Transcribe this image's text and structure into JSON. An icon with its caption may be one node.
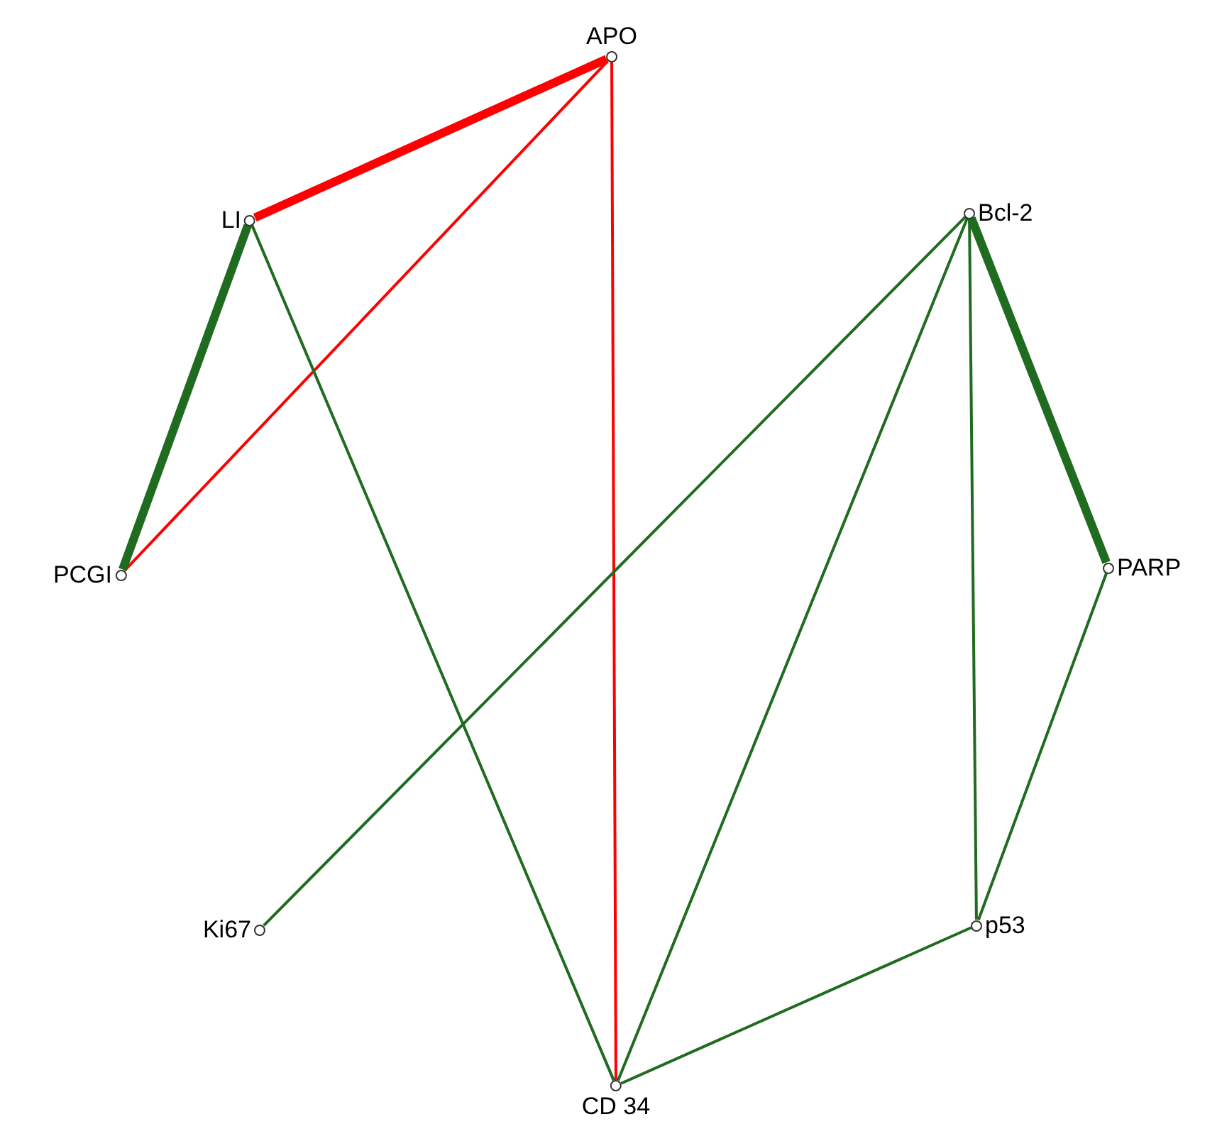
{
  "diagram": {
    "nodes": [
      {
        "text": [
          "APO"
        ]
      },
      {
        "text": [
          "LI"
        ]
      },
      {
        "text": [
          "Bcl-2"
        ]
      },
      {
        "text": [
          "PCGI"
        ]
      },
      {
        "text": [
          "PARP"
        ]
      },
      {
        "text": [
          "Ki67"
        ]
      },
      {
        "text": [
          "p53"
        ]
      },
      {
        "text": [
          "CD 34"
        ]
      }
    ],
    "edges": [
      {
        "from": 1,
        "to": 0,
        "arrow": "none",
        "style": "thick",
        "color": "#ff0000"
      },
      {
        "from": 3,
        "to": 0,
        "arrow": "none",
        "color": "#ff0000"
      },
      {
        "from": 0,
        "to": 7,
        "arrow": "none",
        "color": "#ff0000"
      },
      {
        "from": 1,
        "to": 3,
        "arrow": "none",
        "style": "thick"
      },
      {
        "from": 1,
        "to": 7,
        "arrow": "none"
      },
      {
        "from": 2,
        "to": 5,
        "arrow": "none"
      },
      {
        "from": 2,
        "to": 7,
        "arrow": "none"
      },
      {
        "from": 2,
        "to": 6,
        "arrow": "none"
      },
      {
        "from": 2,
        "to": 4,
        "arrow": "none",
        "style": "thick"
      },
      {
        "from": 4,
        "to": 6,
        "arrow": "none"
      },
      {
        "from": 6,
        "to": 7,
        "arrow": "none"
      }
    ]
  }
}
